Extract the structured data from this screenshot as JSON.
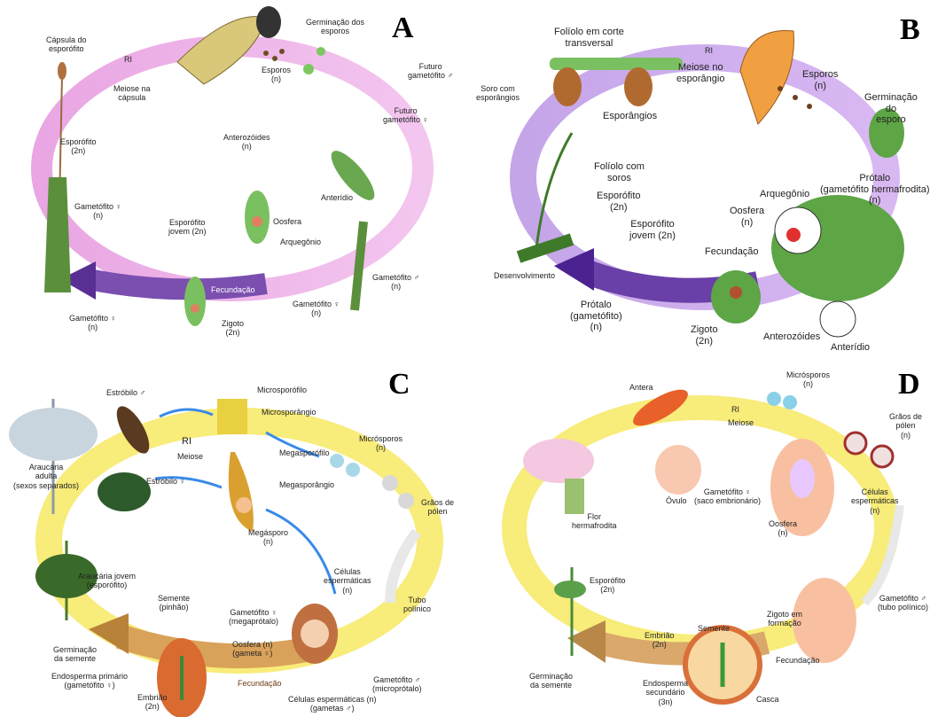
{
  "panels": {
    "A": {
      "letter": "A",
      "ri": "RI",
      "capsula": "Cápsula do\nesporófito",
      "germinacao": "Germinação dos\nesporos",
      "esporos": "Esporos\n(n)",
      "futuro_m": "Futuro\ngametófito ♂",
      "futuro_f": "Futuro\ngametófito ♀",
      "meiose": "Meiose na\ncápsula",
      "esporofito": "Esporófito\n(2n)",
      "anterozoides": "Anterozóides\n(n)",
      "anteridio": "Anterídio",
      "gametofito_f1": "Gametófito ♀\n(n)",
      "esporofito_jovem": "Esporófito\njovem (2n)",
      "oosfera": "Oosfera",
      "arquegonio": "Arquegônio",
      "gametofito_m": "Gametófito ♂\n(n)",
      "gametofito_f2": "Gametófito ♀\n(n)",
      "fecundacao": "Fecundação",
      "gametofito_f3": "Gametófito ♀\n(n)",
      "zigoto": "Zigoto\n(2n)"
    },
    "B": {
      "letter": "B",
      "ri": "RI",
      "foliolo_corte": "Folíolo em corte\ntransversal",
      "meiose": "Meiose no\nesporângio",
      "esporos": "Esporos\n(n)",
      "soro": "Soro com\nesporângios",
      "esporangios": "Esporângios",
      "germinacao": "Germinação\ndo\nesporo",
      "foliolo_soros": "Folíolo com\nsoros",
      "esporofito": "Esporófito\n(2n)",
      "protalo_herm": "Prótalo\n(gametófito hermafrodita)\n(n)",
      "arquegonio": "Arquegônio",
      "oosfera": "Oosfera\n(n)",
      "esporofito_jovem": "Esporófito\njovem (2n)",
      "fecundacao": "Fecundação",
      "desenvolvimento": "Desenvolvimento",
      "protalo": "Prótalo\n(gametófito)\n(n)",
      "zigoto": "Zigoto\n(2n)",
      "anterozoides": "Anterozóides",
      "anteridio": "Anterídio"
    },
    "C": {
      "letter": "C",
      "ri": "RI",
      "meiose": "Meiose",
      "estrobilo_m": "Estróbilo ♂",
      "microsporofilo": "Microsporófilo",
      "microsporangio": "Microsporângio",
      "microsporos": "Micrósporos\n(n)",
      "araucaria_adulta": "Araucária\nadulta\n(sexos separados)",
      "estrobilo_f": "Estróbilo ♀",
      "megasporofilo": "Megasporófilo",
      "megasporangio": "Megasporângio",
      "megasporo": "Megásporo\n(n)",
      "graos": "Grãos de\npólen",
      "araucaria_jovem": "Araucária jovem\n(esporófito)",
      "celulas": "Células\nespermáticas\n(n)",
      "tubo": "Tubo\npolínico",
      "semente": "Semente\n(pinhão)",
      "gametofito_f": "Gametófito ♀\n(megaprótalo)",
      "oosfera": "Oosfera (n)\n(gameta ♀)",
      "germinacao": "Germinação\nda semente",
      "endosperma": "Endosperma primário\n(gametófito ♀)",
      "fecundacao": "Fecundação",
      "gametofito_m": "Gametófito ♂\n(microprótalo)",
      "embriao": "Embrião\n(2n)",
      "celulas_n": "Células espermáticas (n)\n(gametas ♂)"
    },
    "D": {
      "letter": "D",
      "ri": "RI",
      "meiose": "Meiose",
      "antera": "Antera",
      "microsporos": "Micrósporos\n(n)",
      "graos": "Grãos de\npólen\n(n)",
      "ovulo": "Óvulo",
      "gametofito_f": "Gametófito ♀\n(saco embrionário)",
      "celulas": "Células\nespermáticas\n(n)",
      "flor": "Flor\nhermafrodita",
      "oosfera": "Oosfera\n(n)",
      "esporofito": "Esporófito\n(2n)",
      "gametofito_m": "Gametófito ♂\n(tubo polínico)",
      "zigoto": "Zigoto em\nformação",
      "semente": "Semente",
      "embriao": "Embrião\n(2n)",
      "fecundacao": "Fecundação",
      "germinacao": "Germinação\nda semente",
      "endosperma": "Endosperma\nsecundário\n(3n)",
      "casca": "Casca"
    }
  }
}
